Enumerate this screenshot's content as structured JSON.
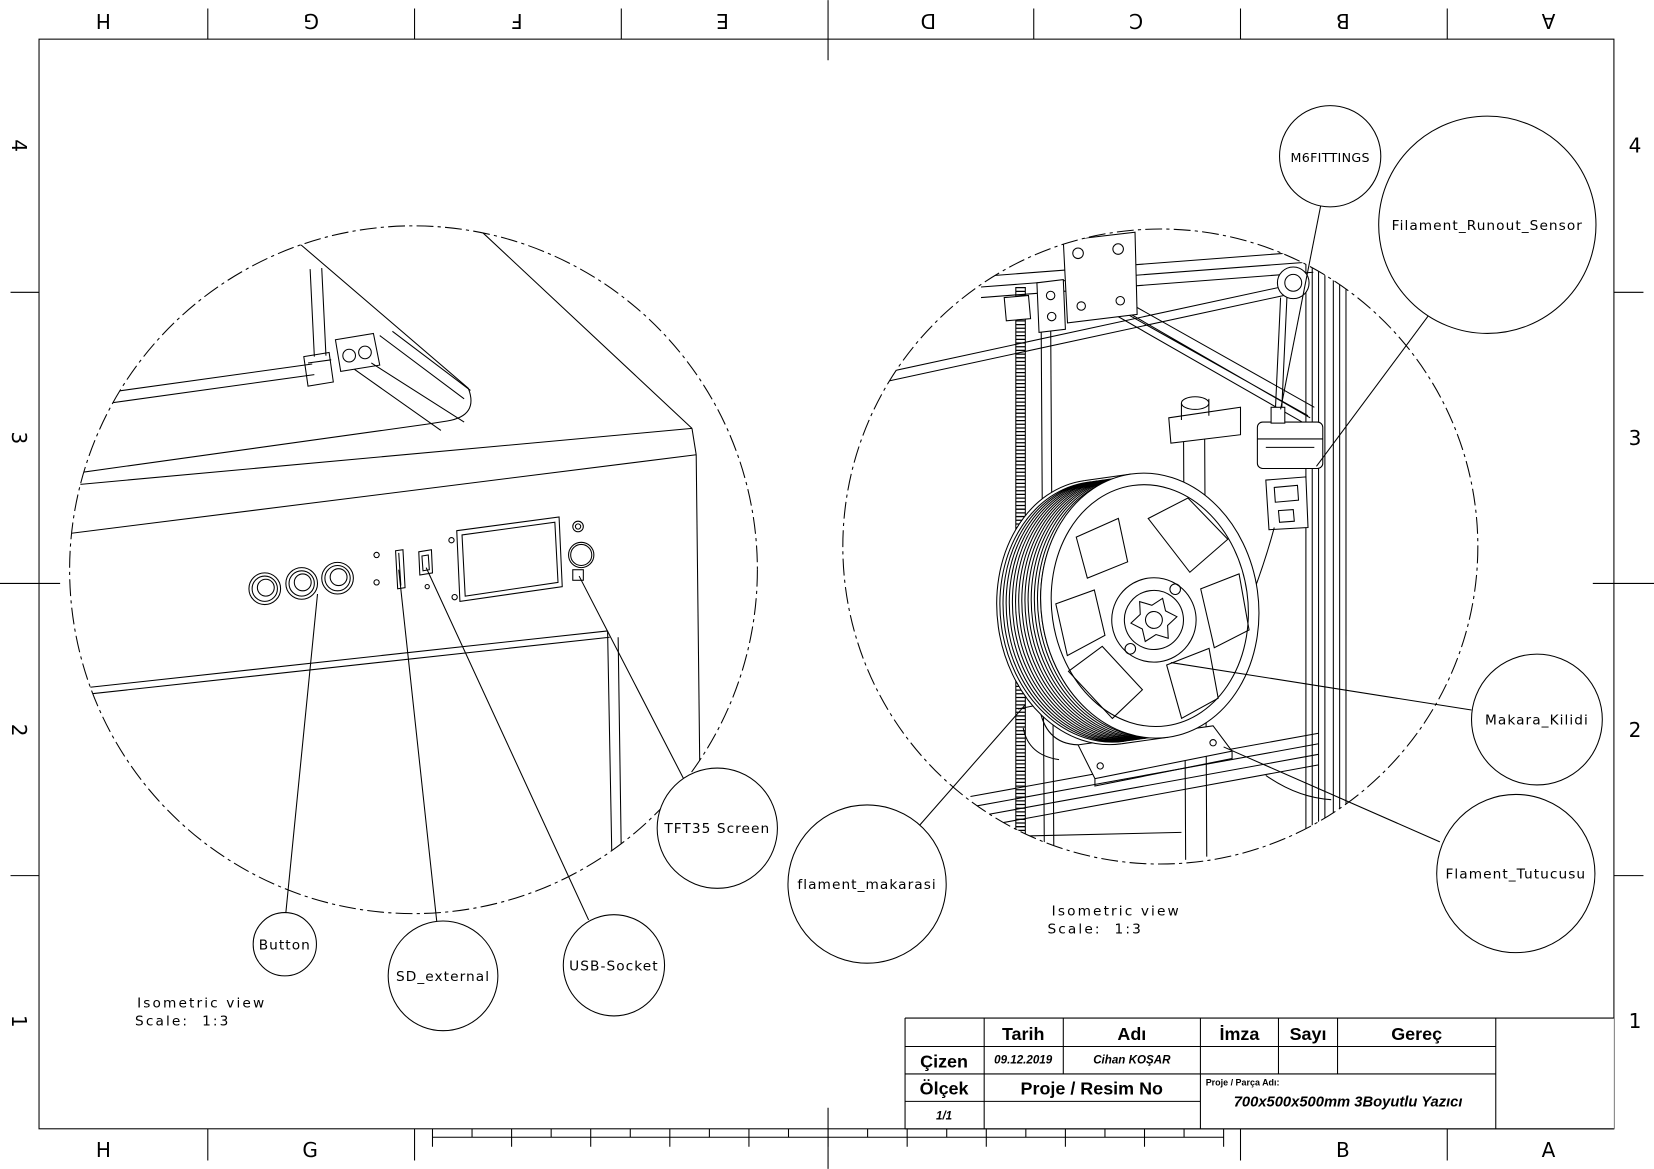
{
  "sheet": {
    "zones": {
      "top": [
        "H",
        "G",
        "F",
        "E",
        "D",
        "C",
        "B",
        "A"
      ],
      "bottom": [
        "H",
        "G",
        "B",
        "A"
      ],
      "left": [
        "4",
        "3",
        "2",
        "1"
      ],
      "right": [
        "4",
        "3",
        "2",
        "1"
      ]
    }
  },
  "views": {
    "left": {
      "caption": "Isometric view",
      "scale": "Scale:  1:3",
      "callouts": [
        "Button",
        "SD_external",
        "USB-Socket",
        "TFT35 Screen"
      ]
    },
    "right": {
      "caption": "Isometric view",
      "scale": "Scale:  1:3",
      "callouts": [
        "M6FITTINGS",
        "Filament_Runout_Sensor",
        "Makara_Kilidi",
        "Flament_Tutucusu",
        "flament_makarasi"
      ]
    }
  },
  "title_block": {
    "headers": {
      "date": "Tarih",
      "name": "Adı",
      "signature": "İmza",
      "quantity": "Sayı",
      "material": "Gereç"
    },
    "drawn_by": {
      "label": "Çizen",
      "date": "09.12.2019",
      "name": "Cihan KOŞAR"
    },
    "scale": {
      "label": "Ölçek",
      "value": "1/1"
    },
    "project_number_label": "Proje / Resim No",
    "part_name_label": "Proje / Parça Adı:",
    "part_name": "700x500x500mm 3Boyutlu Yazıcı"
  },
  "colors": {
    "line": "#000000",
    "background": "#ffffff"
  }
}
